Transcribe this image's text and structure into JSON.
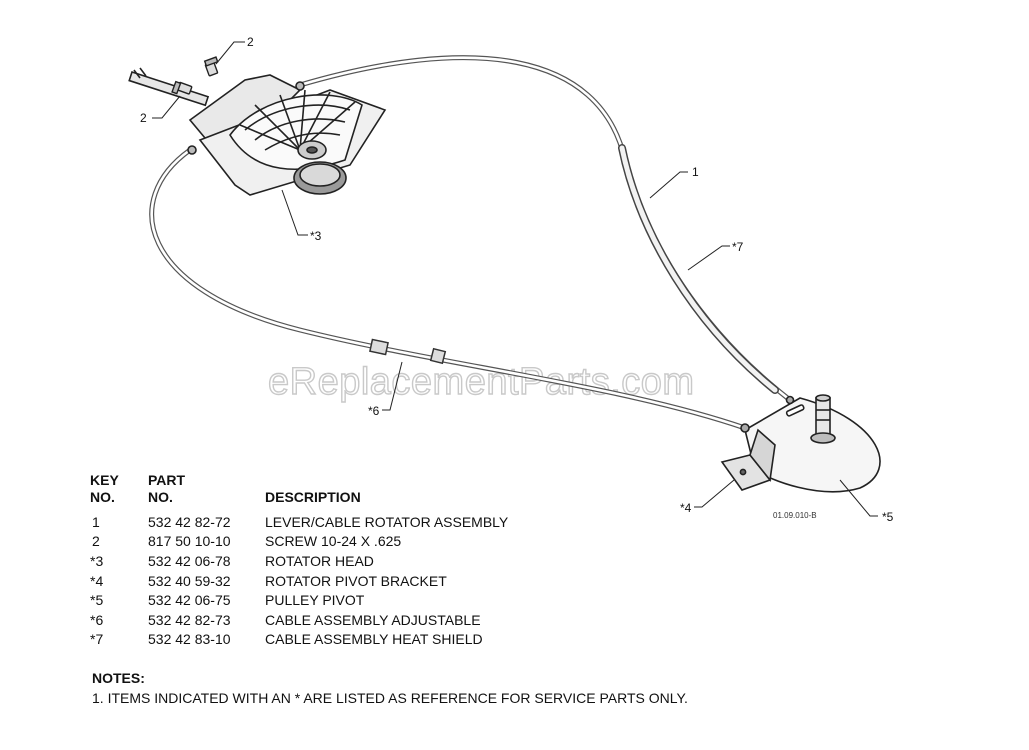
{
  "watermark": "eReplacementParts.com",
  "figure_id": "01.09.010-B",
  "callouts": {
    "c1": "1",
    "c2a": "2",
    "c2b": "2",
    "c3": "*3",
    "c4": "*4",
    "c5": "*5",
    "c6": "*6",
    "c7": "*7"
  },
  "table": {
    "headers": {
      "key_line1": "KEY",
      "key_line2": "NO.",
      "part_line1": "PART",
      "part_line2": "NO.",
      "description": "DESCRIPTION"
    },
    "rows": [
      {
        "key": "1",
        "part": "532 42 82-72",
        "description": "LEVER/CABLE ROTATOR ASSEMBLY"
      },
      {
        "key": "2",
        "part": "817 50 10-10",
        "description": "SCREW 10-24 X .625"
      },
      {
        "key": "*3",
        "part": "532 42 06-78",
        "description": "ROTATOR HEAD"
      },
      {
        "key": "*4",
        "part": "532 40 59-32",
        "description": "ROTATOR PIVOT BRACKET"
      },
      {
        "key": "*5",
        "part": "532 42 06-75",
        "description": "PULLEY PIVOT"
      },
      {
        "key": "*6",
        "part": "532 42 82-73",
        "description": "CABLE ASSEMBLY ADJUSTABLE"
      },
      {
        "key": "*7",
        "part": "532 42 83-10",
        "description": "CABLE ASSEMBLY HEAT SHIELD"
      }
    ]
  },
  "notes": {
    "title": "NOTES:",
    "items": [
      "1. ITEMS INDICATED WITH AN * ARE LISTED AS REFERENCE FOR SERVICE PARTS ONLY."
    ]
  }
}
